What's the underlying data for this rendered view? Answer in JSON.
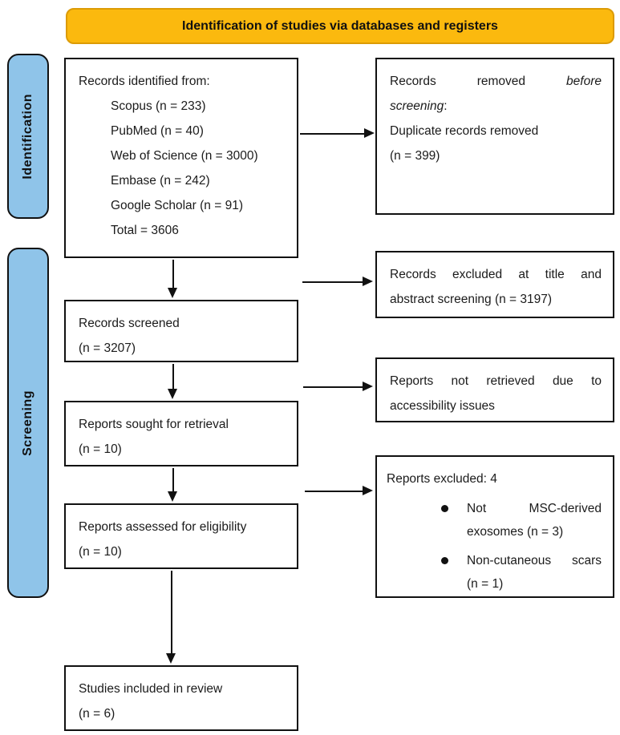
{
  "banner": {
    "label": "Identification of studies via databases and registers"
  },
  "stages": {
    "identification": "Identification",
    "screening": "Screening"
  },
  "colors": {
    "banner_fill": "#FBB90E",
    "banner_border": "#DC9B05",
    "stage_fill": "#8FC4E9",
    "line": "#111111"
  },
  "boxes": {
    "identified": {
      "title": "Records identified from:",
      "items": [
        "Scopus (n = 233)",
        "PubMed (n = 40)",
        "Web of Science (n = 3000)",
        "Embase (n = 242)",
        "Google Scholar (n = 91)",
        "Total = 3606"
      ]
    },
    "removed": {
      "l1_normal": "Records removed",
      "l1_italic": "before",
      "l2_italic": "screening",
      "l2_suffix": ":",
      "l3": "Duplicate records removed",
      "l4": "(n = 399)"
    },
    "screened": {
      "l1": "Records screened",
      "l2": "(n = 3207)"
    },
    "excluded_title_abstract": {
      "l1": "Records excluded at title and",
      "l2": "abstract screening (n = 3197)"
    },
    "sought": {
      "l1": "Reports sought for retrieval",
      "l2": "(n = 10)"
    },
    "not_retrieved": {
      "l1": "Reports not retrieved due to",
      "l2": "accessibility issues"
    },
    "assessed": {
      "l1": "Reports assessed for eligibility",
      "l2": "(n = 10)"
    },
    "reports_excluded": {
      "title": "Reports excluded: 4",
      "bullet1_l1": "Not MSC-derived",
      "bullet1_l2": "exosomes (n = 3)",
      "bullet2_l1": "Non-cutaneous scars",
      "bullet2_l2": "(n = 1)"
    },
    "included": {
      "l1": "Studies included in review",
      "l2": "(n = 6)"
    }
  }
}
